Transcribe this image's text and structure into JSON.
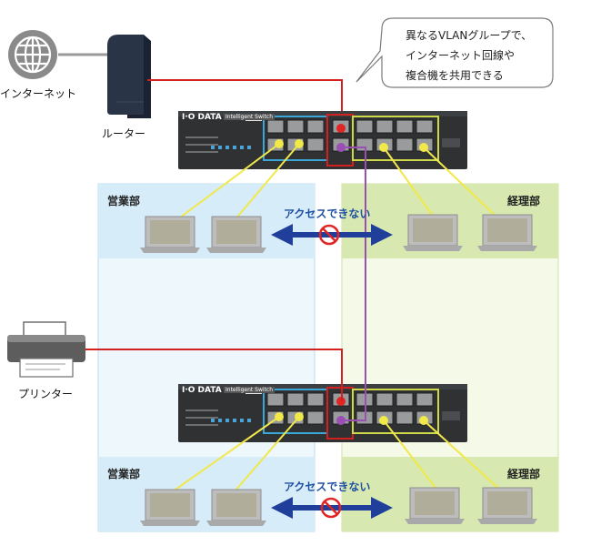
{
  "callout": {
    "line1": "異なるVLANグループで、",
    "line2": "インターネット回線や",
    "line3": "複合機を共用できる"
  },
  "internet_label": "インターネット",
  "router_label": "ルーター",
  "printer_label": "プリンター",
  "access_label": "アクセスできない",
  "sales_label": "営業部",
  "accounting_label": "経理部",
  "switch": {
    "brand": "I·O DATA",
    "badge": "Intelligent Switch"
  },
  "colors": {
    "sales_zone": "#d6ecf8",
    "sales_zone_light": "#eef7fc",
    "accounting_zone": "#d7e9b0",
    "accounting_zone_light": "#f4f9e8",
    "internet_line": "#d22020",
    "vlan_shared_line": "#9b4fb5",
    "client_line": "#f1e84a",
    "blocked_arrow": "#1f3f9a",
    "switch_body": "#2f3133"
  }
}
